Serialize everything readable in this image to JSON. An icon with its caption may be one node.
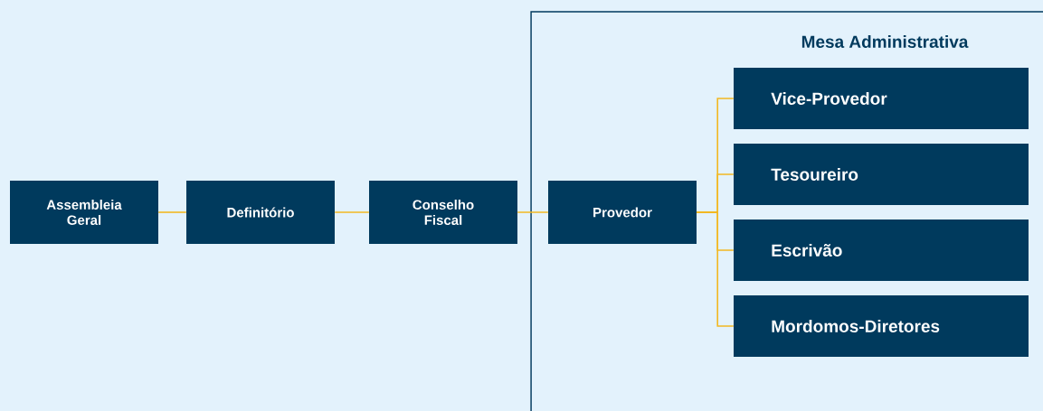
{
  "diagram": {
    "nodes": [
      {
        "text": [
          "Assembleia Geral"
        ]
      },
      {
        "text": [
          "Definitório"
        ]
      },
      {
        "text": [
          "Conselho Fiscal"
        ]
      },
      {
        "text": [
          "Mesa Administrativa"
        ]
      },
      {
        "text": [
          "Provedor"
        ],
        "in": 3
      },
      {
        "text": [
          "Vice-Provedor"
        ],
        "in": 3
      },
      {
        "text": [
          "Tesoureiro"
        ],
        "in": 3
      },
      {
        "text": [
          "Escrivão"
        ],
        "in": 3
      },
      {
        "text": [
          "Mordomos-Diretores"
        ],
        "in": 3
      }
    ],
    "edges": [
      {
        "from": 0,
        "to": 1,
        "arrow": "none"
      },
      {
        "from": 1,
        "to": 2,
        "arrow": "none"
      },
      {
        "from": 2,
        "to": 4,
        "arrow": "none"
      },
      {
        "from": 4,
        "to": 5,
        "arrow": "none"
      },
      {
        "from": 4,
        "to": 6,
        "arrow": "none"
      },
      {
        "from": 4,
        "to": 7,
        "arrow": "none"
      },
      {
        "from": 4,
        "to": 8,
        "arrow": "none"
      }
    ]
  }
}
